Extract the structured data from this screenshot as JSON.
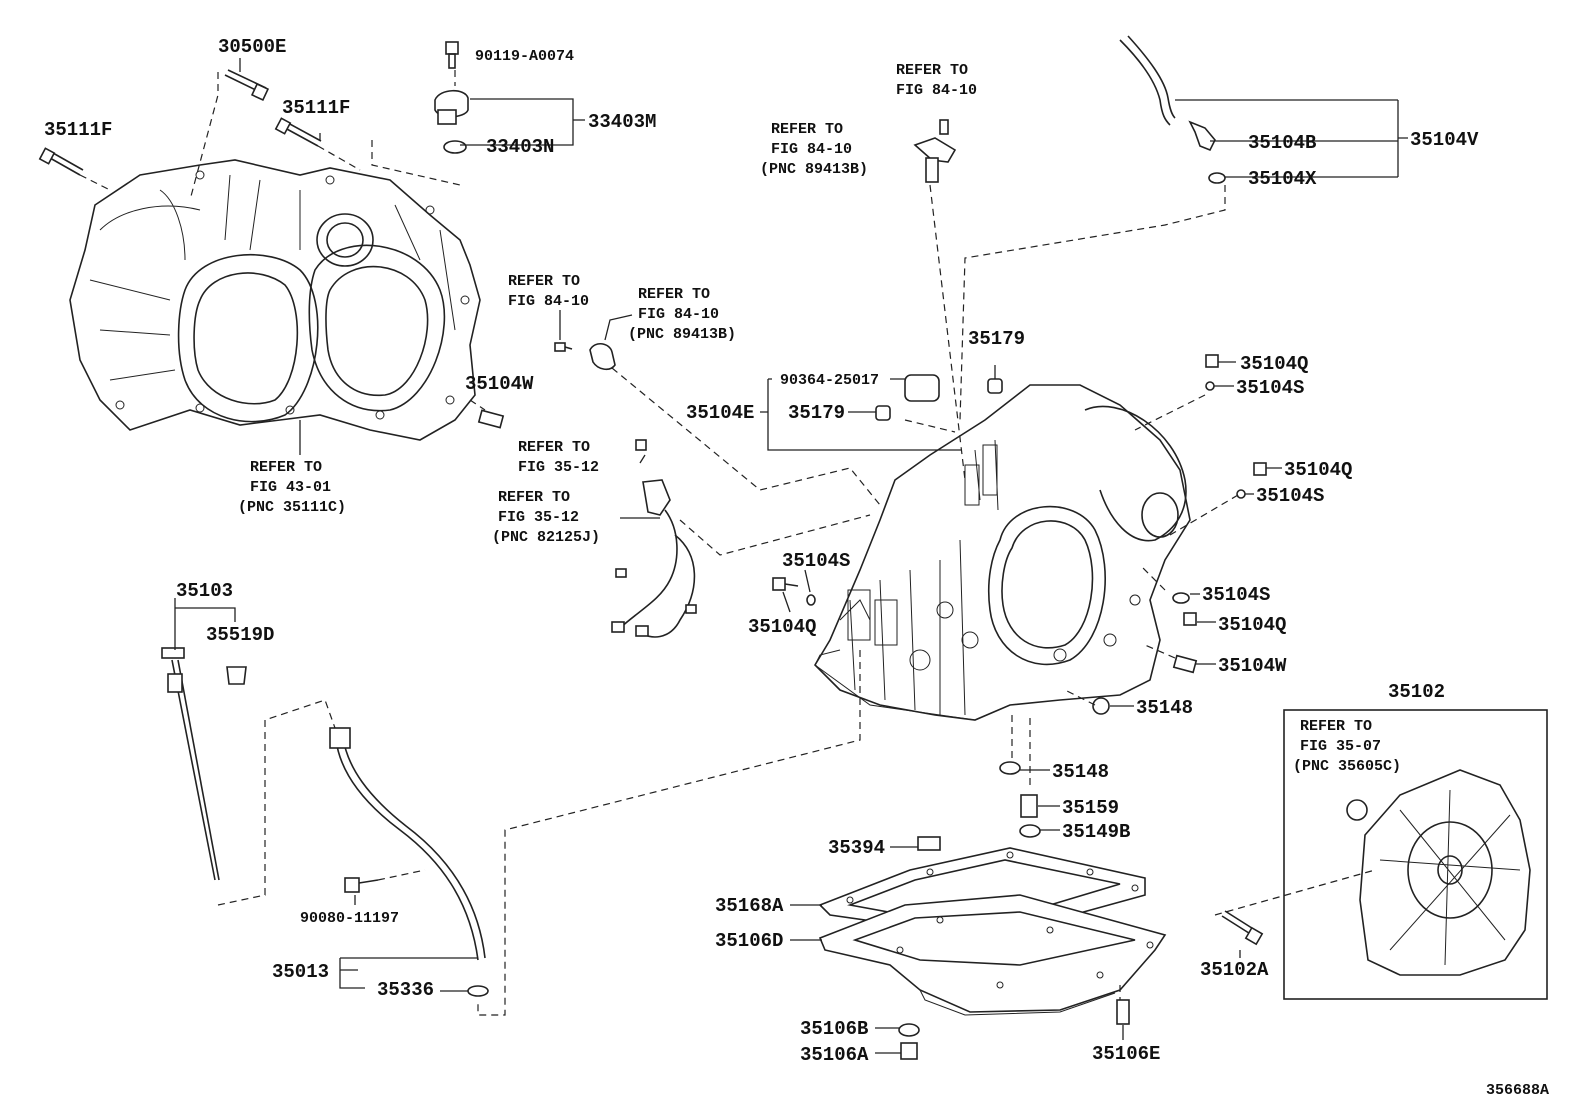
{
  "parts": {
    "p30500E": "30500E",
    "p35111F_a": "35111F",
    "p35111F_b": "35111F",
    "p90119": "90119-A0074",
    "p33403M": "33403M",
    "p33403N": "33403N",
    "p35104W_a": "35104W",
    "p35104W_b": "35104W",
    "p35104B": "35104B",
    "p35104V": "35104V",
    "p35104X": "35104X",
    "p35179_a": "35179",
    "p35179_b": "35179",
    "p90364": "90364-25017",
    "p35104E": "35104E",
    "p35104Q_a": "35104Q",
    "p35104Q_b": "35104Q",
    "p35104Q_c": "35104Q",
    "p35104Q_d": "35104Q",
    "p35104S_a": "35104S",
    "p35104S_b": "35104S",
    "p35104S_c": "35104S",
    "p35104S_d": "35104S",
    "p35103": "35103",
    "p35519D": "35519D",
    "p35148_a": "35148",
    "p35148_b": "35148",
    "p35159": "35159",
    "p35149B": "35149B",
    "p35394": "35394",
    "p35168A": "35168A",
    "p35106D": "35106D",
    "p35106B": "35106B",
    "p35106A": "35106A",
    "p35106E": "35106E",
    "p35102": "35102",
    "p35102A": "35102A",
    "p90080": "90080-11197",
    "p35013": "35013",
    "p35336": "35336",
    "footer": "356688A"
  },
  "refs": {
    "r1": [
      "REFER TO",
      "FIG 84-10"
    ],
    "r2": [
      "REFER TO",
      "FIG 84-10",
      "(PNC 89413B)"
    ],
    "r3": [
      "REFER TO",
      "FIG 84-10"
    ],
    "r4": [
      "REFER TO",
      "FIG 84-10",
      "(PNC 89413B)"
    ],
    "r5": [
      "REFER TO",
      "FIG 35-12"
    ],
    "r6": [
      "REFER TO",
      "FIG 35-12",
      "(PNC 82125J)"
    ],
    "r7": [
      "REFER TO",
      "FIG 43-01",
      "(PNC 35111C)"
    ],
    "r8": [
      "REFER TO",
      "FIG 35-07",
      "(PNC 35605C)"
    ]
  }
}
